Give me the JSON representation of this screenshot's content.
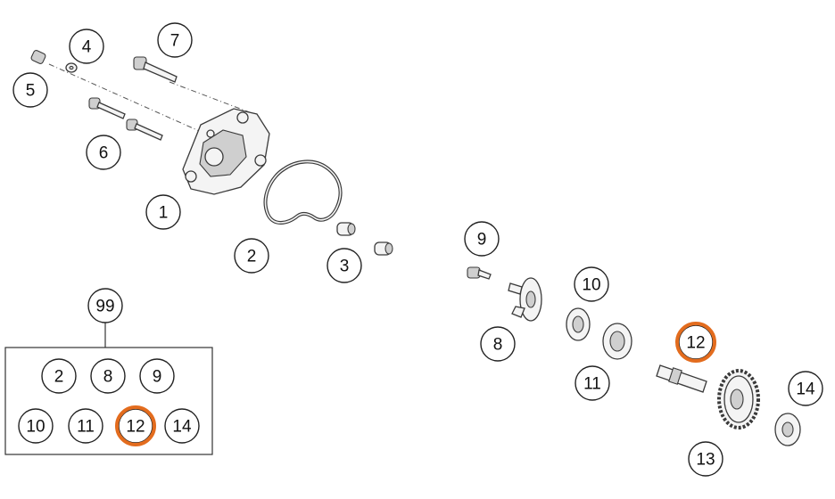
{
  "diagram": {
    "highlight_color": "#e36c1e",
    "callouts": [
      {
        "id": "callout-1",
        "label": "1",
        "highlighted": false
      },
      {
        "id": "callout-2",
        "label": "2",
        "highlighted": false
      },
      {
        "id": "callout-3",
        "label": "3",
        "highlighted": false
      },
      {
        "id": "callout-4",
        "label": "4",
        "highlighted": false
      },
      {
        "id": "callout-5",
        "label": "5",
        "highlighted": false
      },
      {
        "id": "callout-6",
        "label": "6",
        "highlighted": false
      },
      {
        "id": "callout-7",
        "label": "7",
        "highlighted": false
      },
      {
        "id": "callout-8",
        "label": "8",
        "highlighted": false
      },
      {
        "id": "callout-9",
        "label": "9",
        "highlighted": false
      },
      {
        "id": "callout-10",
        "label": "10",
        "highlighted": false
      },
      {
        "id": "callout-11",
        "label": "11",
        "highlighted": false
      },
      {
        "id": "callout-12",
        "label": "12",
        "highlighted": true
      },
      {
        "id": "callout-13",
        "label": "13",
        "highlighted": false
      },
      {
        "id": "callout-14",
        "label": "14",
        "highlighted": false
      }
    ],
    "kit": {
      "label": "99",
      "items": [
        {
          "label": "2",
          "highlighted": false
        },
        {
          "label": "8",
          "highlighted": false
        },
        {
          "label": "9",
          "highlighted": false
        },
        {
          "label": "10",
          "highlighted": false
        },
        {
          "label": "11",
          "highlighted": false
        },
        {
          "label": "12",
          "highlighted": true
        },
        {
          "label": "14",
          "highlighted": false
        }
      ]
    }
  }
}
